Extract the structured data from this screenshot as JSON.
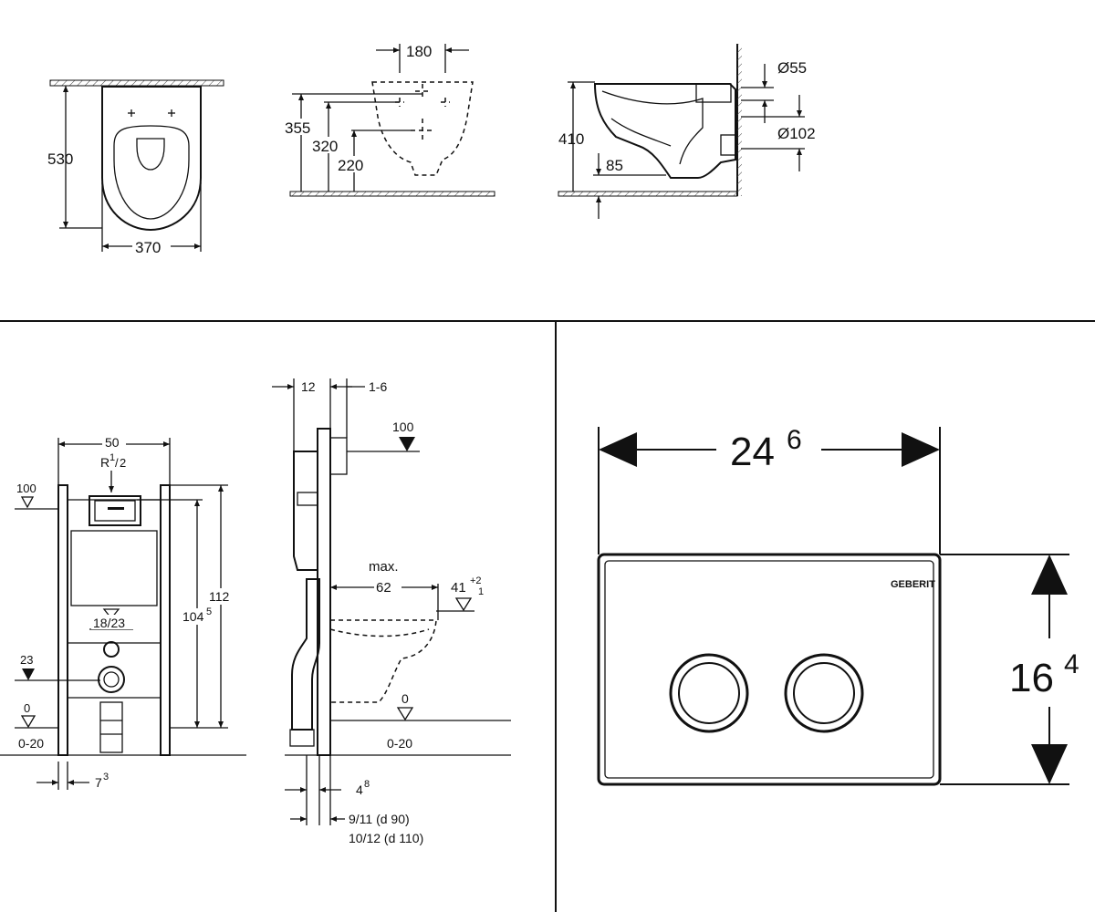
{
  "dimensions": {
    "bowl_top": {
      "depth": "530",
      "width": "370"
    },
    "bowl_rear": {
      "hole_spacing": "180",
      "h1": "355",
      "h2": "320",
      "h3": "220"
    },
    "bowl_side": {
      "height": "410",
      "offset": "85",
      "inlet": "Ø55",
      "outlet": "Ø102"
    },
    "frame_front": {
      "width": "50",
      "connection": "R",
      "connection_frac_num": "1",
      "connection_frac_den": "2",
      "level_top": "100",
      "height_total": "112",
      "height_inner_base": "104",
      "height_inner_sup": "5",
      "spacing": "18/23",
      "level_mid": "23",
      "level_zero": "0",
      "range": "0-20",
      "offset_base": "7",
      "offset_sup": "3"
    },
    "frame_side": {
      "a": "12",
      "b": "1-6",
      "level_top": "100",
      "max_label": "max.",
      "max_value": "62",
      "level_41": "41",
      "tol_plus": "+2",
      "tol_minus": "1",
      "level_zero": "0",
      "range": "0-20",
      "c_base": "4",
      "c_sup": "8",
      "pipe_a": "9/11 (d 90)",
      "pipe_b": "10/12 (d 110)"
    },
    "plate": {
      "width_base": "24",
      "width_sup": "6",
      "height_base": "16",
      "height_sup": "4",
      "brand": "GEBERIT"
    }
  }
}
